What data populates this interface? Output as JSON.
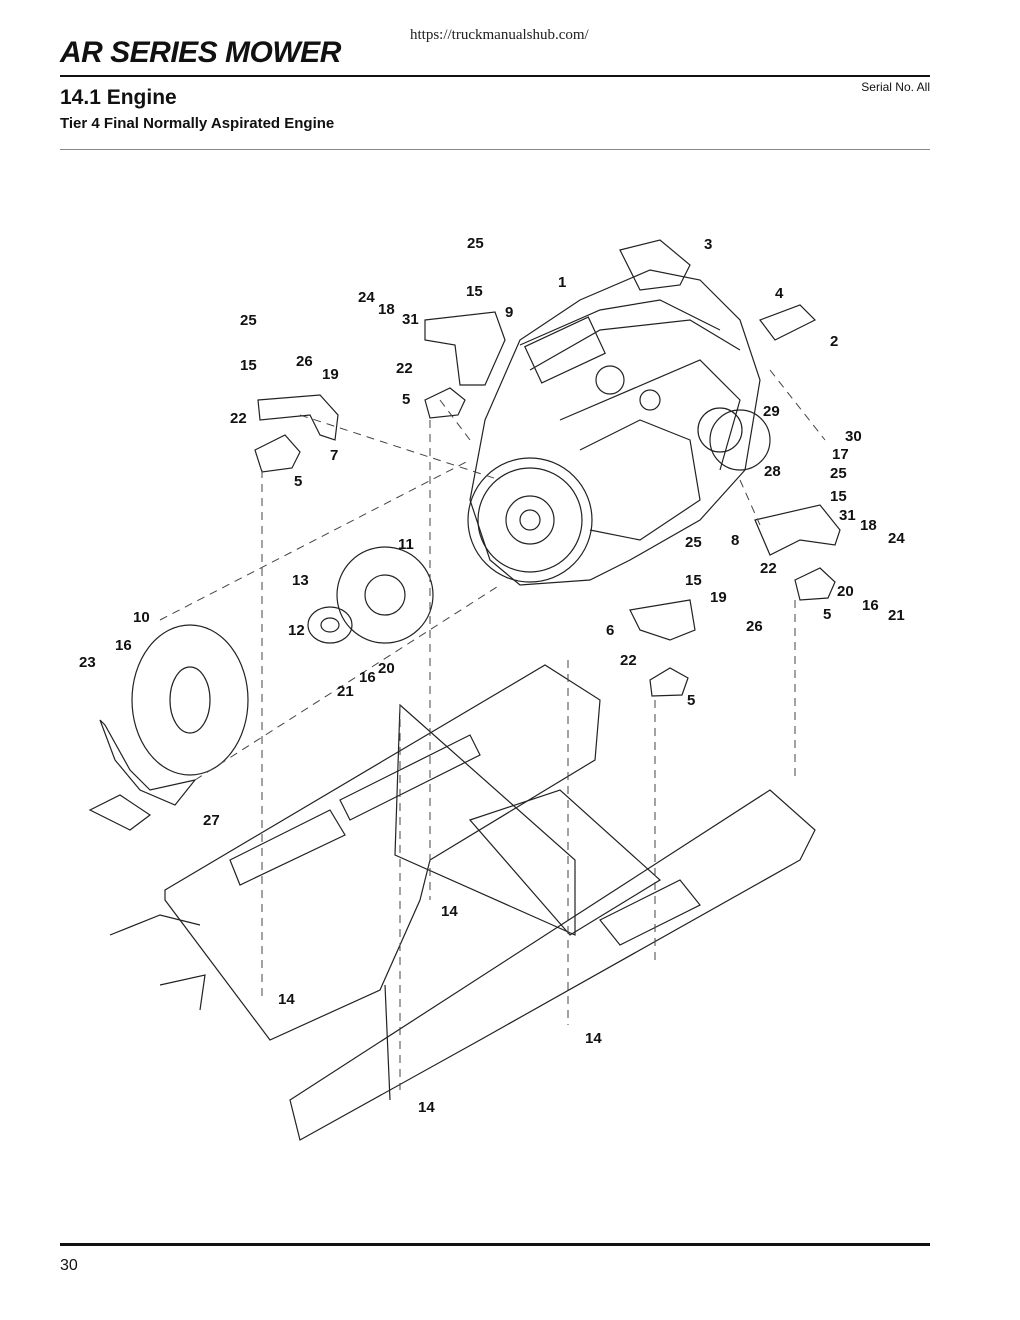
{
  "header": {
    "url": "https://truckmanualshub.com/",
    "title": "AR SERIES MOWER",
    "section": "14.1 Engine",
    "subtitle": "Tier 4 Final Normally Aspirated Engine",
    "serial": "Serial No. All"
  },
  "diagram": {
    "callouts": [
      "25",
      "3",
      "24",
      "18",
      "15",
      "1",
      "31",
      "9",
      "4",
      "2",
      "25",
      "15",
      "26",
      "19",
      "22",
      "5",
      "22",
      "29",
      "30",
      "17",
      "7",
      "5",
      "28",
      "25",
      "15",
      "31",
      "18",
      "24",
      "11",
      "25",
      "8",
      "22",
      "15",
      "13",
      "19",
      "6",
      "26",
      "20",
      "16",
      "21",
      "5",
      "10",
      "12",
      "16",
      "23",
      "22",
      "21",
      "16",
      "20",
      "5",
      "27",
      "14",
      "14",
      "14",
      "14"
    ]
  },
  "footer": {
    "page_number": "30"
  }
}
